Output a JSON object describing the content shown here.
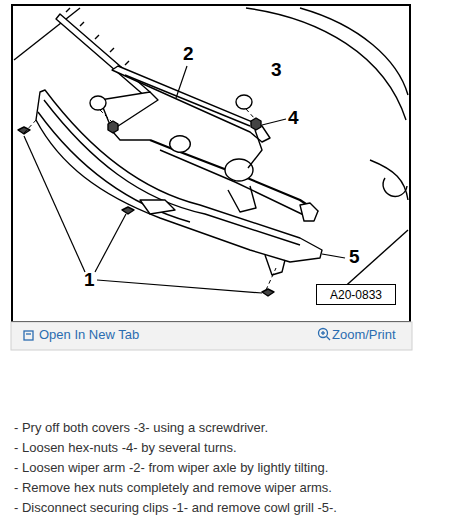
{
  "diagram": {
    "nodes": [
      {
        "text": [
          "A20-0833"
        ]
      }
    ],
    "labels": [
      "1",
      "2",
      "3",
      "4",
      "5",
      "Open In New Tab",
      "Zoom/Print",
      "- Pry off both covers -3- using a screwdriver.",
      "- Loosen hex-nuts -4- by several turns.",
      "- Loosen wiper arm -2- from wiper axle by lightly tilting.",
      "- Remove hex nuts completely and remove wiper arms.",
      "- Disconnect securing clips -1- and remove cowl grill -5-."
    ]
  }
}
